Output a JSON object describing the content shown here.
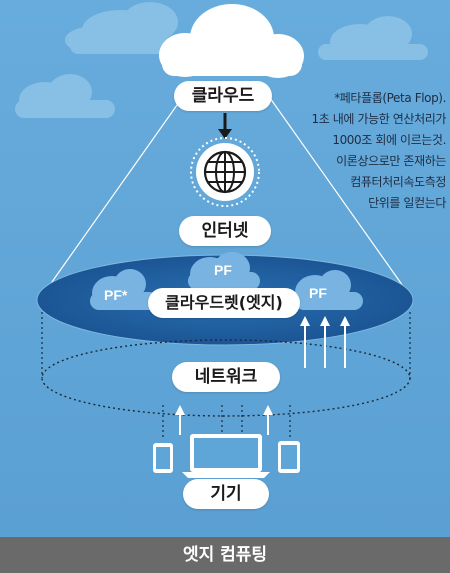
{
  "labels": {
    "cloud": "클라우드",
    "internet": "인터넷",
    "cloudlet": "클라우드렛(엣지)",
    "network": "네트워크",
    "devices": "기기"
  },
  "pf": {
    "left": "PF*",
    "center": "PF",
    "right": "PF"
  },
  "footnote": [
    "*페타플롭(Peta Flop).",
    "1초 내에 가능한 연산처리가",
    "1000조 회에 이르는것.",
    "이론상으로만 존재하는",
    "컴퓨터처리속도측정",
    "단위를 일컫는다"
  ],
  "footer": {
    "title": "엣지 컴퓨팅"
  },
  "colors": {
    "background": "#5fa6d8",
    "cloudlet_disc": "#1f5d9c",
    "footer_bar": "#6a6a6a",
    "cloud_white": "#ffffff"
  },
  "icons": [
    "globe-icon",
    "tablet-icon",
    "laptop-icon",
    "phone-icon",
    "arrow-icon"
  ]
}
